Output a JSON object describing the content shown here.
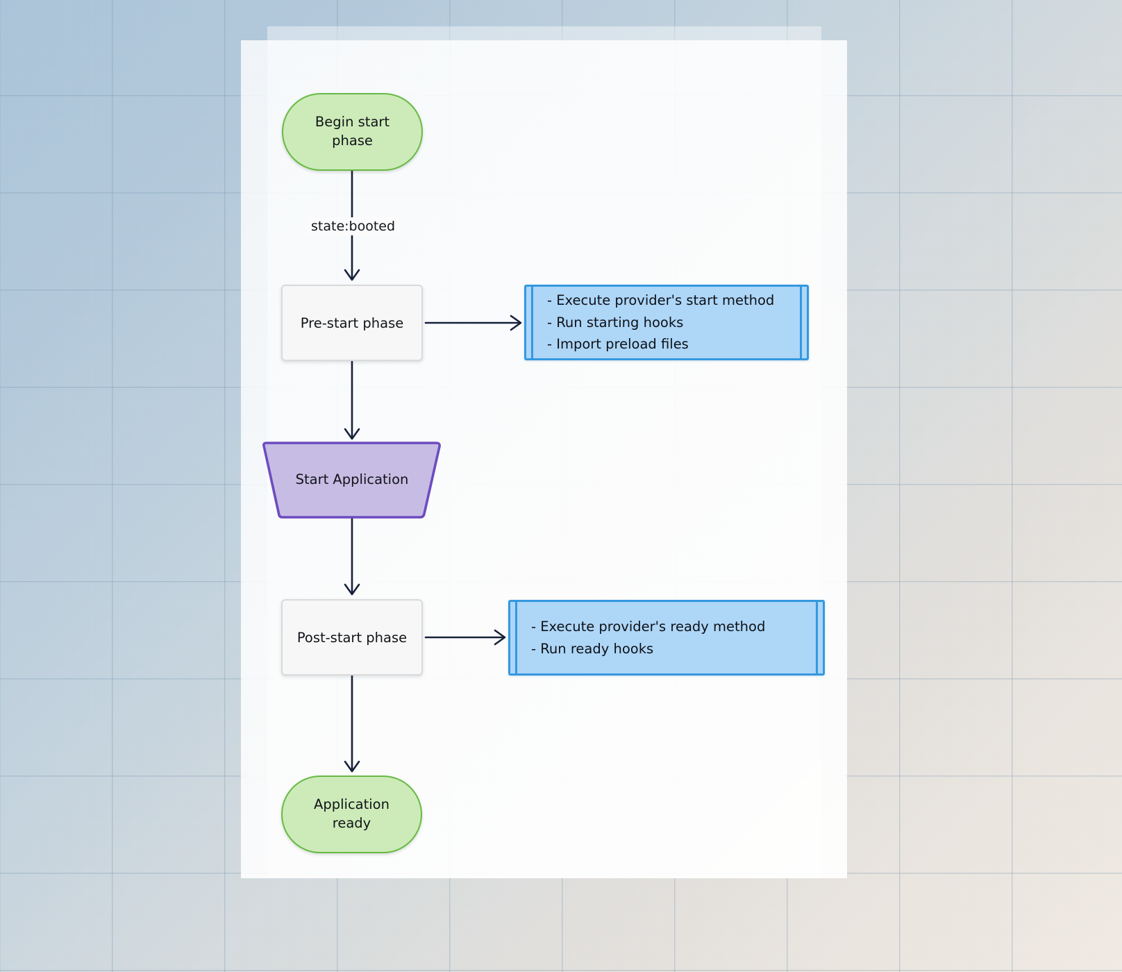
{
  "diagram": {
    "type": "flowchart",
    "direction": "top-to-bottom",
    "nodes": [
      {
        "id": "begin",
        "label": "Begin start\nphase",
        "shape": "stadium",
        "fill": "#cdebb9",
        "stroke": "#68ba45"
      },
      {
        "id": "prestart",
        "label": "Pre-start phase",
        "shape": "rectangle",
        "fill": "#f7f7f8",
        "stroke": "#dadada"
      },
      {
        "id": "startapp",
        "label": "Start Application",
        "shape": "parallelogram",
        "fill": "#c7bce4",
        "stroke": "#6c4cc0"
      },
      {
        "id": "poststart",
        "label": "Post-start phase",
        "shape": "rectangle",
        "fill": "#f7f7f8",
        "stroke": "#dadada"
      },
      {
        "id": "ready",
        "label": "Application\nready",
        "shape": "stadium",
        "fill": "#cdebb9",
        "stroke": "#68ba45"
      }
    ],
    "notes": [
      {
        "id": "note-prestart",
        "lines": [
          "- Execute provider's start method",
          "- Run starting hooks",
          "- Import preload files"
        ],
        "fill": "#aed6f7",
        "stroke": "#3498e0"
      },
      {
        "id": "note-poststart",
        "lines": [
          "- Execute provider's ready method",
          "- Run ready hooks"
        ],
        "fill": "#aed6f7",
        "stroke": "#3498e0"
      }
    ],
    "edges": [
      {
        "from": "begin",
        "to": "prestart",
        "label": "state:booted",
        "orientation": "vertical"
      },
      {
        "from": "prestart",
        "to": "startapp",
        "label": "",
        "orientation": "vertical"
      },
      {
        "from": "startapp",
        "to": "poststart",
        "label": "",
        "orientation": "vertical"
      },
      {
        "from": "poststart",
        "to": "ready",
        "label": "",
        "orientation": "vertical"
      },
      {
        "from": "prestart",
        "to": "note-prestart",
        "label": "",
        "orientation": "horizontal"
      },
      {
        "from": "poststart",
        "to": "note-poststart",
        "label": "",
        "orientation": "horizontal"
      }
    ],
    "edge_color": "#16213a"
  },
  "labels": {
    "begin_line1": "Begin start",
    "begin_line2": "phase",
    "prestart": "Pre-start phase",
    "startapp": "Start Application",
    "poststart": "Post-start phase",
    "ready_line1": "Application",
    "ready_line2": "ready",
    "state_booted": "state:booted",
    "note1_line1": "- Execute provider's start method",
    "note1_line2": "- Run starting hooks",
    "note1_line3": "- Import preload files",
    "note2_line1": "- Execute provider's ready method",
    "note2_line2": "- Run ready hooks"
  }
}
